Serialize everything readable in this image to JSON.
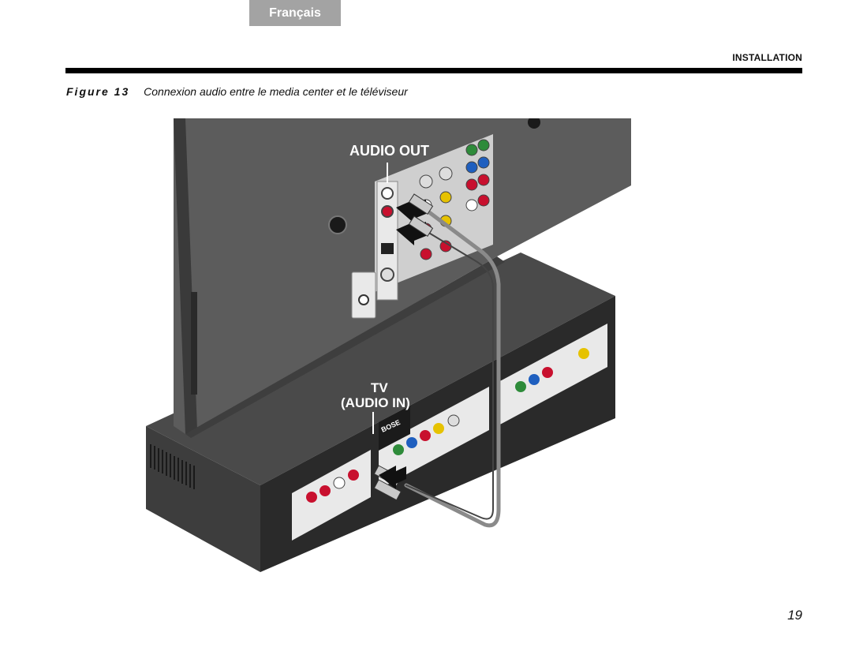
{
  "header": {
    "language_tab": "Français",
    "section_label": "INSTALLATION"
  },
  "figure": {
    "label": "Figure 13",
    "caption": "Connexion audio entre le media center et le téléviseur",
    "callout_audio_out": "AUDIO OUT",
    "callout_tv": "TV",
    "callout_audio_in": "(AUDIO IN)",
    "logo_text": "BOSE"
  },
  "footer": {
    "page_number": "19"
  },
  "colors": {
    "tab_bg": "#a3a3a3",
    "tv_body": "#595959",
    "tv_frame": "#3a3a3a",
    "box_body": "#2e2e2e",
    "jack_red": "#c8102e",
    "jack_green": "#2e8b3a",
    "jack_blue": "#1f5fbf",
    "jack_yellow": "#e6c200",
    "cable": "#8a8a8a"
  }
}
